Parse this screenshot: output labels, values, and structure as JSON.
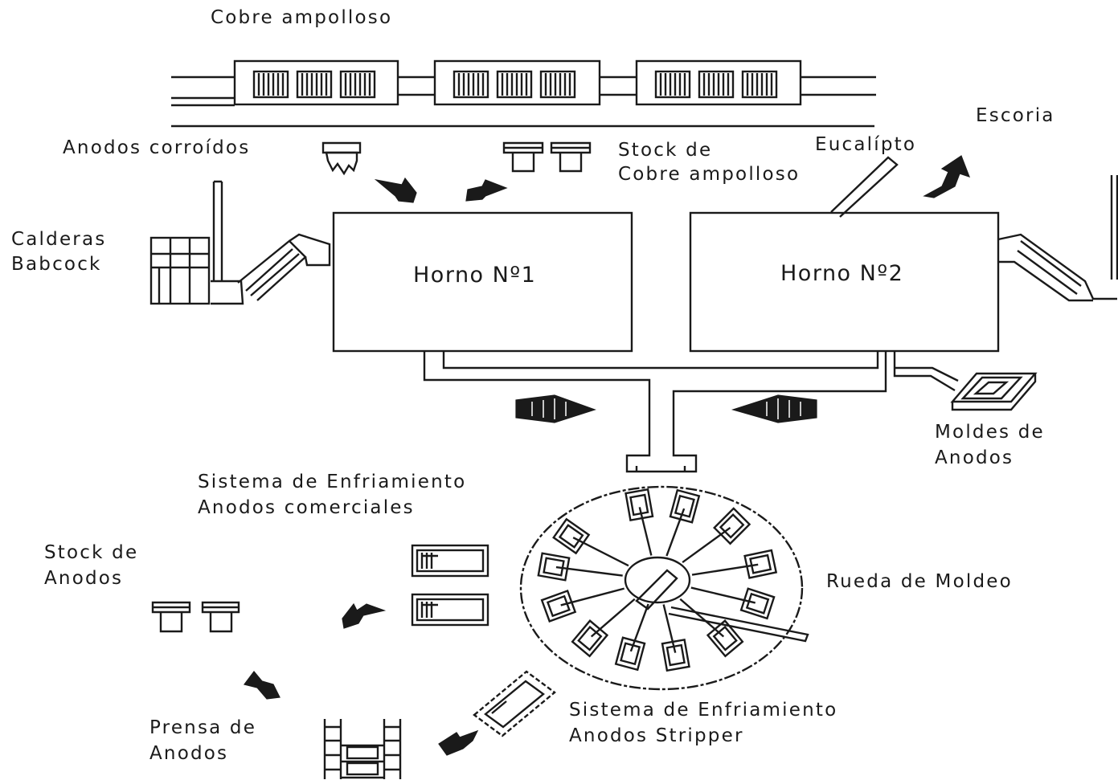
{
  "labels": {
    "cobre_ampolloso": "Cobre ampolloso",
    "anodos_corroidos": "Anodos corroídos",
    "stock_cobre_1": "Stock de",
    "stock_cobre_2": "Cobre ampolloso",
    "eucalipto": "Eucalípto",
    "escoria": "Escoria",
    "calderas_1": "Calderas",
    "calderas_2": "Babcock",
    "horno_1": "Horno Nº1",
    "horno_2": "Horno Nº2",
    "moldes_1": "Moldes de",
    "moldes_2": "Anodos",
    "enfr_com_1": "Sistema de Enfriamiento",
    "enfr_com_2": "Anodos comerciales",
    "stock_anodos_1": "Stock de",
    "stock_anodos_2": "Anodos",
    "rueda": "Rueda de Moldeo",
    "enfr_strip_1": "Sistema de Enfriamiento",
    "enfr_strip_2": "Anodos Stripper",
    "prensa_1": "Prensa de",
    "prensa_2": "Anodos"
  },
  "icons": [
    "ladle-car-icon",
    "anode-icon",
    "flow-arrow-icon",
    "boiler-icon",
    "chimney-icon",
    "casting-wheel-icon",
    "anode-mold-icon",
    "cooling-tank-icon",
    "press-icon",
    "eucalyptus-pole-icon"
  ],
  "colors": {
    "ink": "#1a1a1a",
    "background": "#ffffff"
  }
}
